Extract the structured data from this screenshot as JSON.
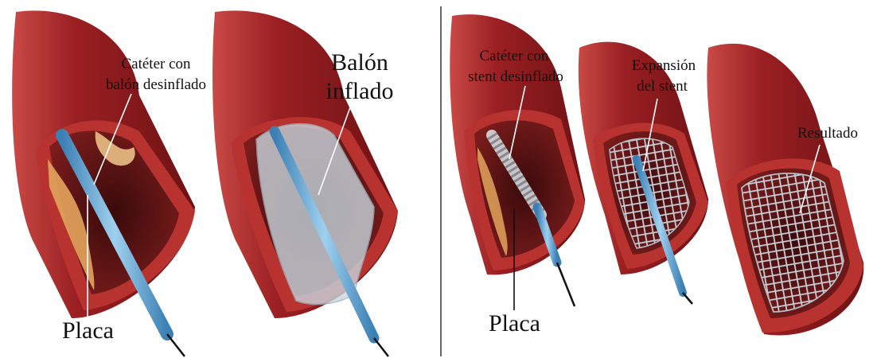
{
  "panels": {
    "angioplasty": {
      "catheter_label": [
        "Catéter con",
        "balón desinflado"
      ],
      "balloon_label": [
        "Balón",
        "inflado"
      ],
      "plaque_label": "Placa"
    },
    "stent": {
      "catheter_label": [
        "Catéter con",
        "stent desinflado"
      ],
      "expansion_label": [
        "Expansión",
        "del stent"
      ],
      "result_label": "Resultado",
      "plaque_label": "Placa"
    }
  },
  "colors": {
    "artery_outer": "#8e1a1c",
    "artery_highlight": "#c94a46",
    "wall_cut": "#b8332f",
    "lumen_dark": "#5e1414",
    "plaque": "#e3a45c",
    "plaque_light": "#f2c98c",
    "catheter": "#6fb2de",
    "catheter_dark": "#3b7fb4",
    "balloon": "#c8d6de",
    "stent_mesh": "#b7bcc4",
    "divider": "#333333"
  }
}
